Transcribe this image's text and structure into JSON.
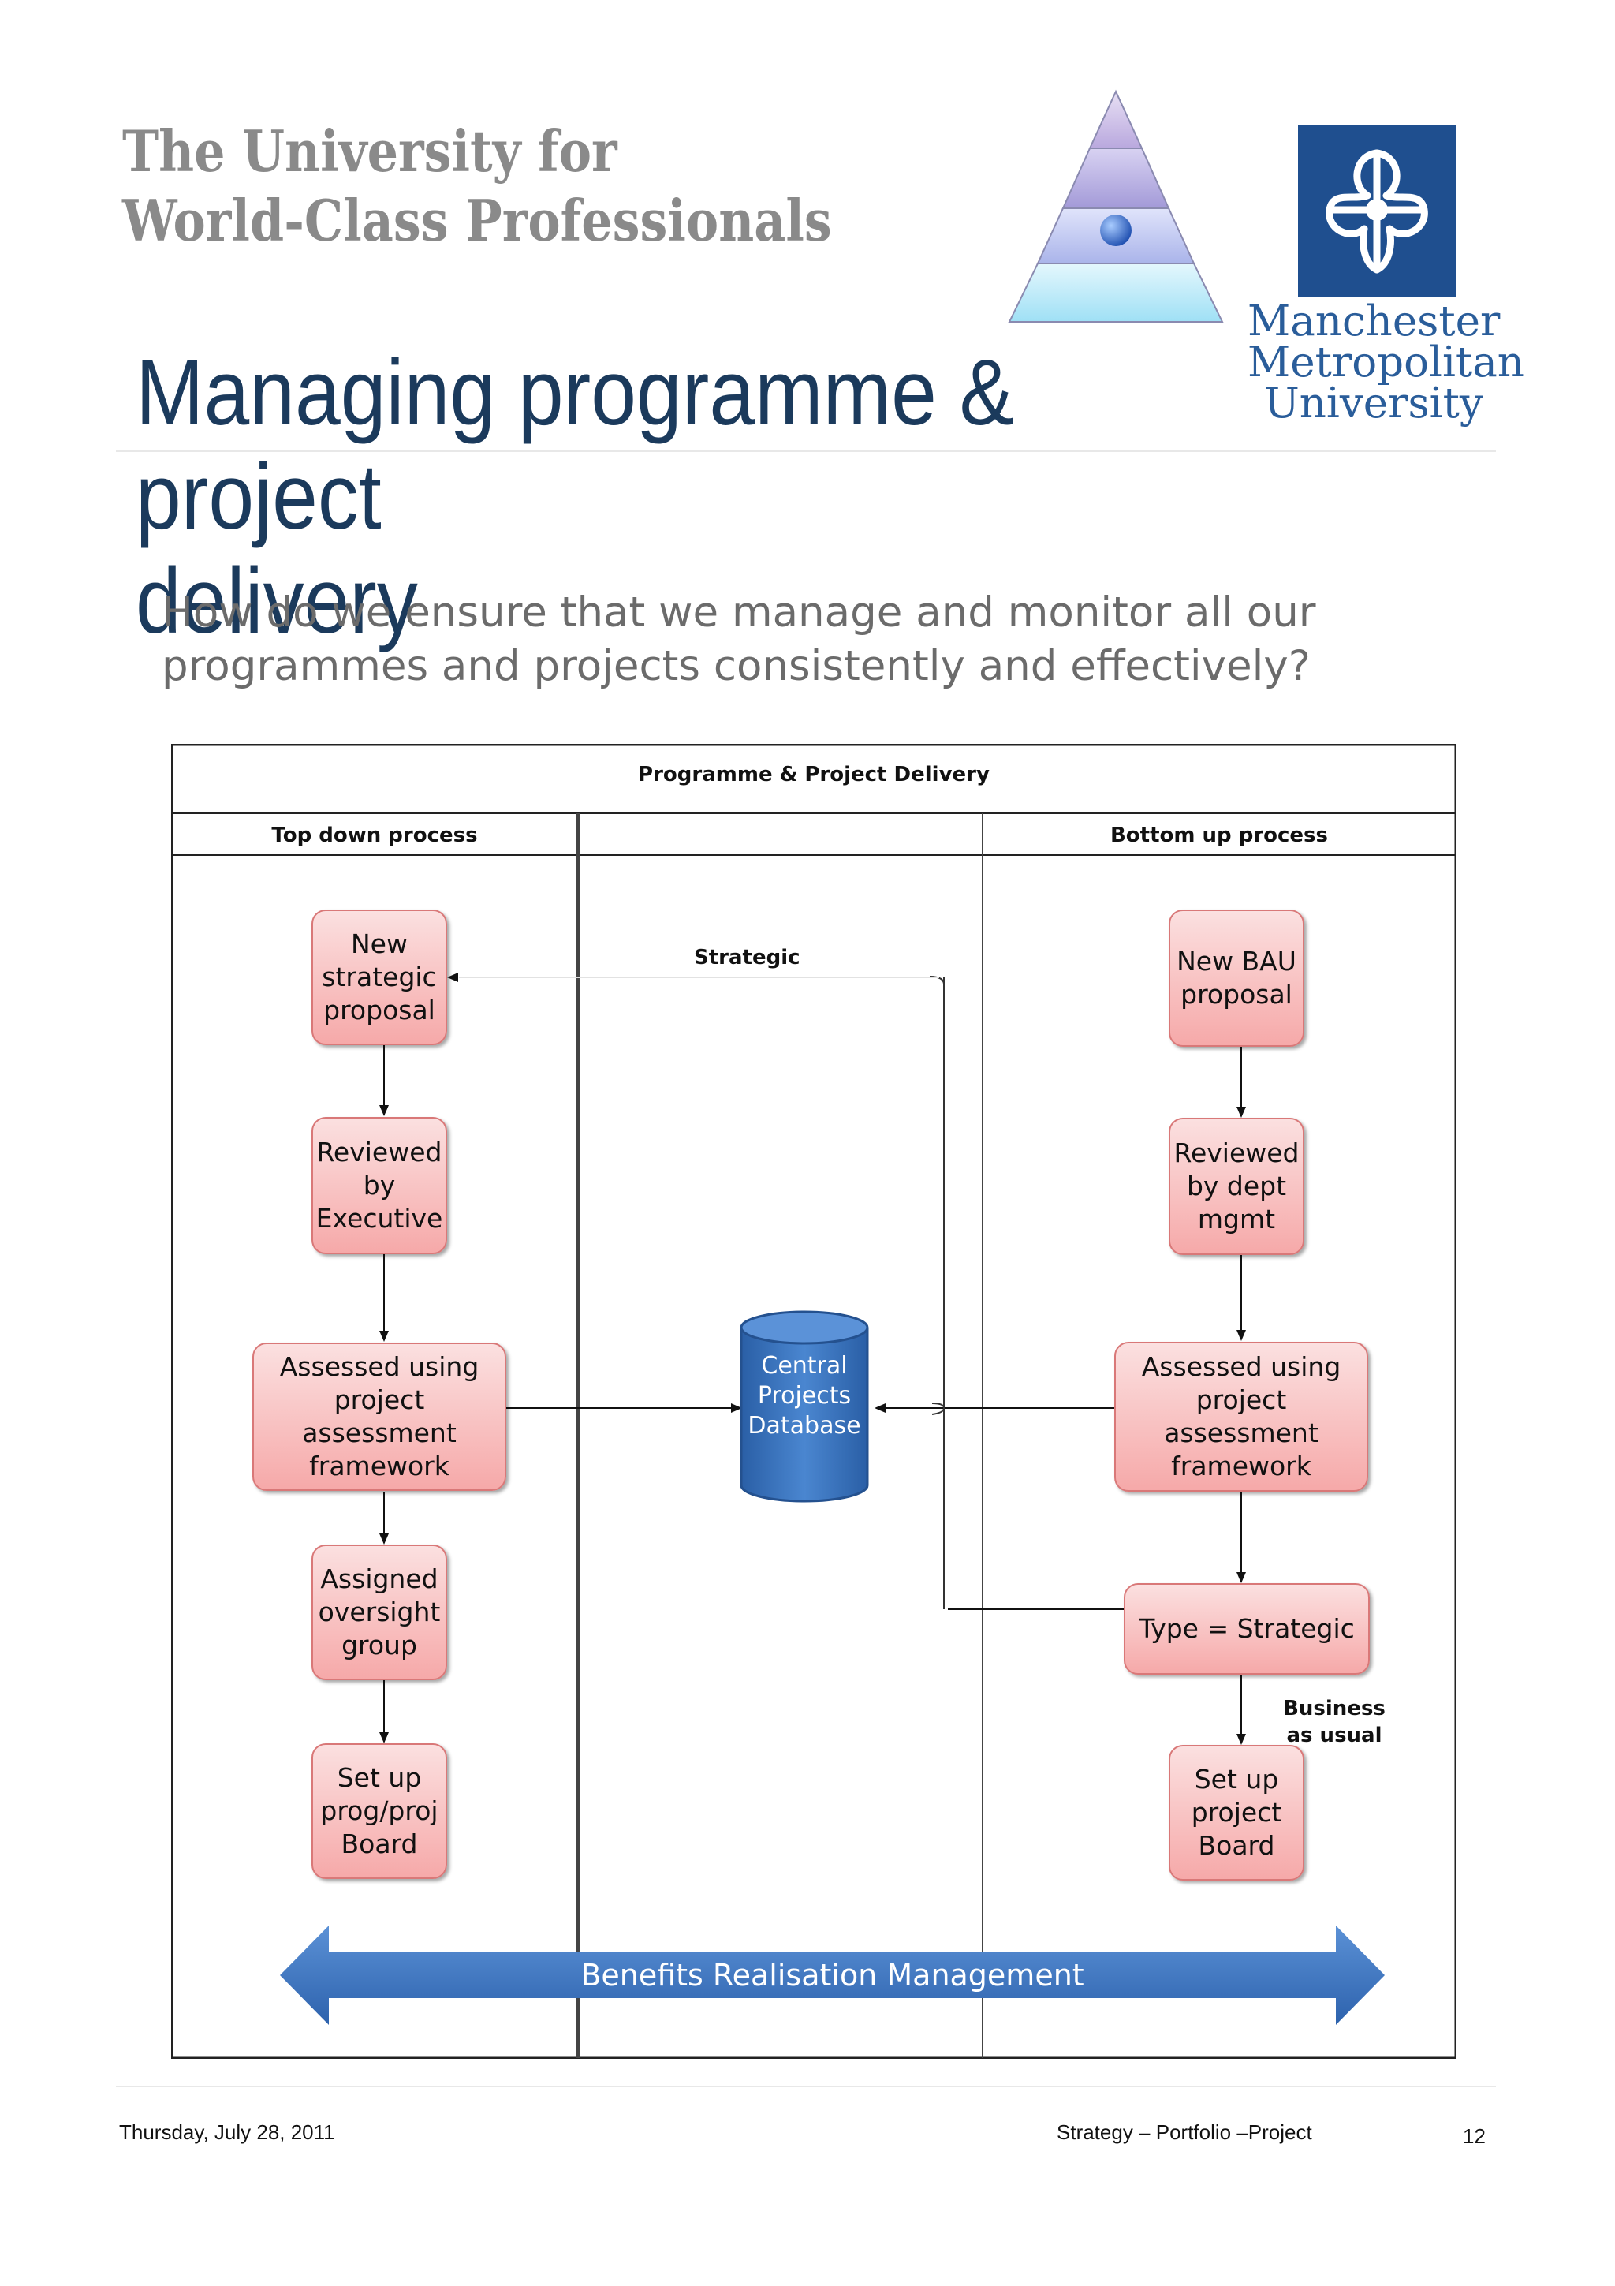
{
  "header": {
    "tagline_line1": "The University for",
    "tagline_line2": "World-Class Professionals",
    "university_line1": "Manchester",
    "university_line2": "Metropolitan",
    "university_line3": "University"
  },
  "title": {
    "line1": "Managing programme & project",
    "line2": "delivery"
  },
  "subtitle": {
    "line1": "How do we ensure that we manage and monitor all our",
    "line2": "programmes and projects consistently and effectively?"
  },
  "diagram": {
    "heading": "Programme & Project Delivery",
    "lane_left": "Top down process",
    "lane_right": "Bottom up process",
    "strategic_label": "Strategic",
    "bau_label_line1": "Business",
    "bau_label_line2": "as usual",
    "database": {
      "line1": "Central",
      "line2": "Projects",
      "line3": "Database"
    },
    "left_boxes": [
      {
        "lines": [
          "New",
          "strategic",
          "proposal"
        ]
      },
      {
        "lines": [
          "Reviewed",
          "by",
          "Executive"
        ]
      },
      {
        "lines": [
          "Assessed using",
          "project assessment",
          "framework"
        ]
      },
      {
        "lines": [
          "Assigned",
          "oversight",
          "group"
        ]
      },
      {
        "lines": [
          "Set up",
          "prog/proj",
          "Board"
        ]
      }
    ],
    "right_boxes": [
      {
        "lines": [
          "New BAU",
          "proposal"
        ]
      },
      {
        "lines": [
          "Reviewed",
          "by dept",
          "mgmt"
        ]
      },
      {
        "lines": [
          "Assessed using",
          "project assessment",
          "framework"
        ]
      },
      {
        "lines": [
          "Type = Strategic"
        ]
      },
      {
        "lines": [
          "Set up",
          "project",
          "Board"
        ]
      }
    ],
    "benefits_arrow": "Benefits Realisation Management"
  },
  "footer": {
    "date": "Thursday, July 28, 2011",
    "section": "Strategy – Portfolio –Project",
    "page": "12"
  },
  "colors": {
    "title": "#1b3a5c",
    "box_fill_top": "#fbe0e0",
    "box_fill_bottom": "#f6a9a9",
    "box_border": "#d97878",
    "database": "#2f67ad",
    "benefits_arrow": "#3a74c0",
    "mmu_blue": "#1f4f8f"
  }
}
